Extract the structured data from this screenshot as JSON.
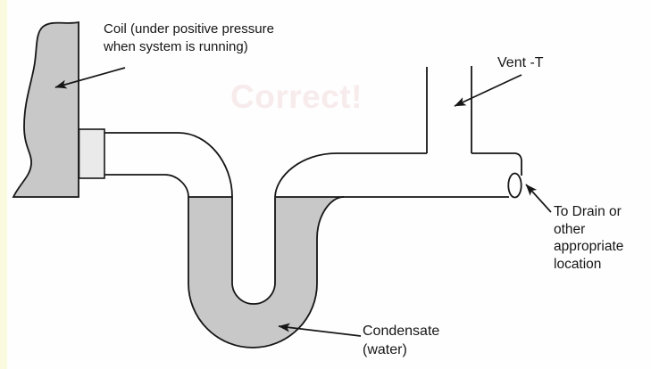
{
  "diagram": {
    "kind": "hvac-condensate-p-trap-schematic",
    "watermark": {
      "text": "Correct!",
      "color": "#f7ebec"
    },
    "labels": {
      "coil": {
        "line1": "Coil (under positive pressure",
        "line2": "when system is running)"
      },
      "vent": {
        "text": "Vent -T"
      },
      "drain": {
        "line1": "To Drain or",
        "line2": "other",
        "line3": "appropriate",
        "line4": "location"
      },
      "condensate": {
        "line1": "Condensate",
        "line2": "(water)"
      }
    },
    "colors": {
      "water_fill": "#c8c8c8",
      "coil_fill": "#c8c8c8",
      "fitting_fill": "#eaeaea",
      "line": "#161616",
      "page_edge_strip": "#fafade",
      "background": "#fefefe"
    }
  }
}
